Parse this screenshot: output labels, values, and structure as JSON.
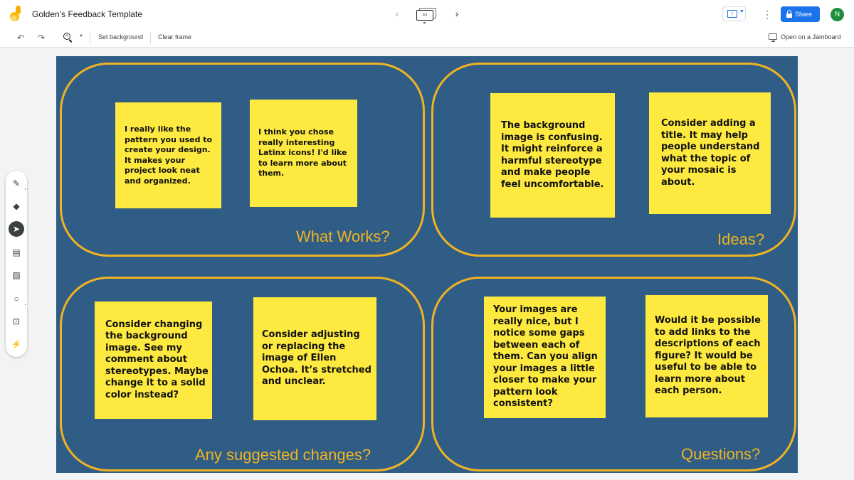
{
  "app": {
    "title": "Golden’s Feedback Template",
    "frame_indicator": "1/1",
    "share_label": "Share",
    "avatar_initial": "N"
  },
  "toolbar": {
    "set_background": "Set background",
    "clear_frame": "Clear frame",
    "open_on_jamboard": "Open on a Jamboard"
  },
  "tools": [
    {
      "name": "pen-tool",
      "icon": "pen-icon"
    },
    {
      "name": "eraser-tool",
      "icon": "eraser-icon"
    },
    {
      "name": "select-tool",
      "icon": "cursor-icon",
      "active": true
    },
    {
      "name": "sticky-note-tool",
      "icon": "sticky-note-icon"
    },
    {
      "name": "image-tool",
      "icon": "image-icon"
    },
    {
      "name": "circle-tool",
      "icon": "circle-icon"
    },
    {
      "name": "text-box-tool",
      "icon": "text-box-icon"
    },
    {
      "name": "laser-tool",
      "icon": "laser-icon"
    }
  ],
  "colors": {
    "canvas_background": "#2f5d85",
    "outline": "#f0b323",
    "sticky_note": "#fde93f",
    "share_button": "#1a73e8",
    "avatar": "#1e8e3e"
  },
  "quadrants": {
    "what_works": "What Works?",
    "ideas": "Ideas?",
    "changes": "Any suggested changes?",
    "questions": "Questions?"
  },
  "notes": {
    "ww1": "I really like the\npattern you used to\ncreate your design.\nIt makes your\nproject look neat\nand organized.",
    "ww2": "I think you chose\nreally interesting\nLatinx icons!  I'd like\nto learn more about\nthem.",
    "id1": "The background\nimage is confusing.\nIt might reinforce a\nharmful stereotype\nand make people\nfeel uncomfortable.",
    "id2": "Consider adding a\ntitle.  It may help\npeople understand\nwhat the topic of\nyour mosaic is\nabout.",
    "ch1": "Consider changing\nthe background\nimage. See my\ncomment about\nstereotypes. Maybe\nchange it to a solid\ncolor instead?",
    "ch2": "Consider adjusting\nor replacing the\nimage of Ellen\nOchoa. It’s stretched\nand unclear.",
    "q1": "Your images are\nreally nice, but I\nnotice some gaps\nbetween each of\nthem. Can you align\nyour images a little\ncloser to make your\npattern look\nconsistent?",
    "q2": "Would it be possible\nto add links to the\ndescriptions of each\nfigure? It would be\nuseful to be able to\nlearn more about\neach person."
  }
}
